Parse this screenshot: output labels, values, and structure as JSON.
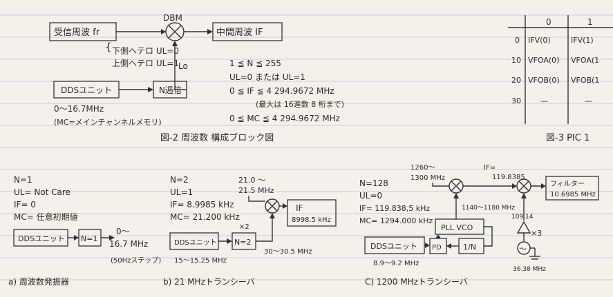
{
  "fig2": {
    "dbm_label": "DBM",
    "input_box": "受信周波 fr",
    "output_box": "中間周波 IF",
    "ul_lower": "下側ヘテロ UL=0",
    "ul_upper": "上側ヘテロ UL=1",
    "lo_label": "Lo",
    "dds_box": "DDSユニット",
    "n_box": "N逓倍",
    "range": "0～16.7MHz",
    "mc_note": "(MC=メインチャンネルメモリ)",
    "cond_n": "1 ≦ N ≦ 255",
    "cond_ul": "UL=0 または UL=1",
    "cond_if": "0 ≦ IF ≦ 4 294.9672 MHz",
    "cond_if_note": "(最大は 16進数 8 桁まで)",
    "cond_mc": "0 ≦ MC ≦ 4 294.9672 MHz",
    "caption": "図-2 周波数 構成ブロック図"
  },
  "fig3": {
    "col_headers": [
      "0",
      "1"
    ],
    "rows": [
      {
        "label": "0",
        "cells": [
          "IFV(0)",
          "IFV(1)"
        ]
      },
      {
        "label": "10",
        "cells": [
          "VFOA(0)",
          "VFOA(1"
        ]
      },
      {
        "label": "20",
        "cells": [
          "VFOB(0)",
          "VFOB(1"
        ]
      },
      {
        "label": "30",
        "cells": [
          "—",
          "—"
        ]
      }
    ],
    "caption": "図-3 PIC 1"
  },
  "a": {
    "n": "N=1",
    "ul": "UL= Not Care",
    "if": "IF= 0",
    "mc": "MC= 任意初期値",
    "dds": "DDSユニット",
    "nbox": "N=1",
    "out1": "0～",
    "out2": "16.7 MHz",
    "step": "(50Hzステップ)",
    "caption": "a) 周波数発振器"
  },
  "b": {
    "n": "N=2",
    "ul": "UL=1",
    "if": "IF= 8.9985 kHz",
    "mc": "MC= 21.200 kHz",
    "rf1": "21.0 ～",
    "rf2": "21.5 MHz",
    "if_box1": "IF",
    "if_box2": "8998.5 kHz",
    "x2": "×2",
    "dds": "DDSユニット",
    "nbox": "N=2",
    "range_dds": "15～15.25 MHz",
    "range_n": "30～30.5 MHz",
    "caption": "b) 21 MHzトランシーバ"
  },
  "c": {
    "n": "N=128",
    "ul": "UL=0",
    "if": "IF= 119.838,5 kHz",
    "mc": "MC= 1294.000 kHz",
    "rf1": "1260～",
    "rf2": "1300 MHz",
    "if_top1": "IF=",
    "if_top2": "119.8385",
    "filter1": "フィルター",
    "filter2": "10.6985 MHz",
    "vco_range": "1140～1180 MHz",
    "v109": "109.14",
    "pll": "PLL VCO",
    "x3": "×3",
    "dds": "DDSユニット",
    "pd": "PD",
    "divn": "1/N",
    "range_dds": "8.9～9.2 MHz",
    "xtal": "36.38 MHz",
    "caption": "C) 1200 MHzトランシーバ"
  }
}
